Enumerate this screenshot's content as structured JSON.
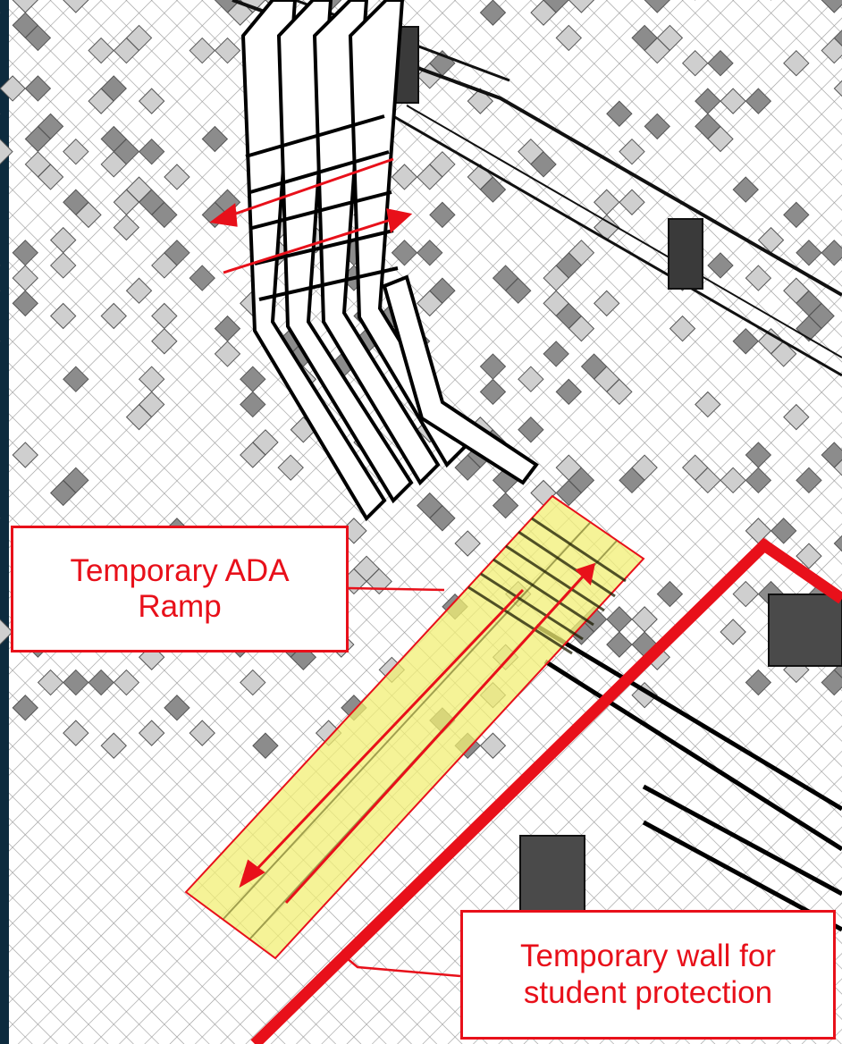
{
  "annotations": {
    "ramp_callout": {
      "line1": "Temporary ADA",
      "line2": "Ramp"
    },
    "wall_callout": {
      "line1": "Temporary wall for",
      "line2": "student protection"
    }
  },
  "colors": {
    "frame": "#0d2b3e",
    "annotation_red": "#e8101a",
    "ramp_highlight": "#f2ef74",
    "floor_grid": "#9a9a9a",
    "dark_tile": "#8c8c8c",
    "light_tile": "#cfcfcf"
  },
  "legend_icons": [
    "red-arrow-icon",
    "ramp-highlight",
    "temporary-wall-line"
  ]
}
